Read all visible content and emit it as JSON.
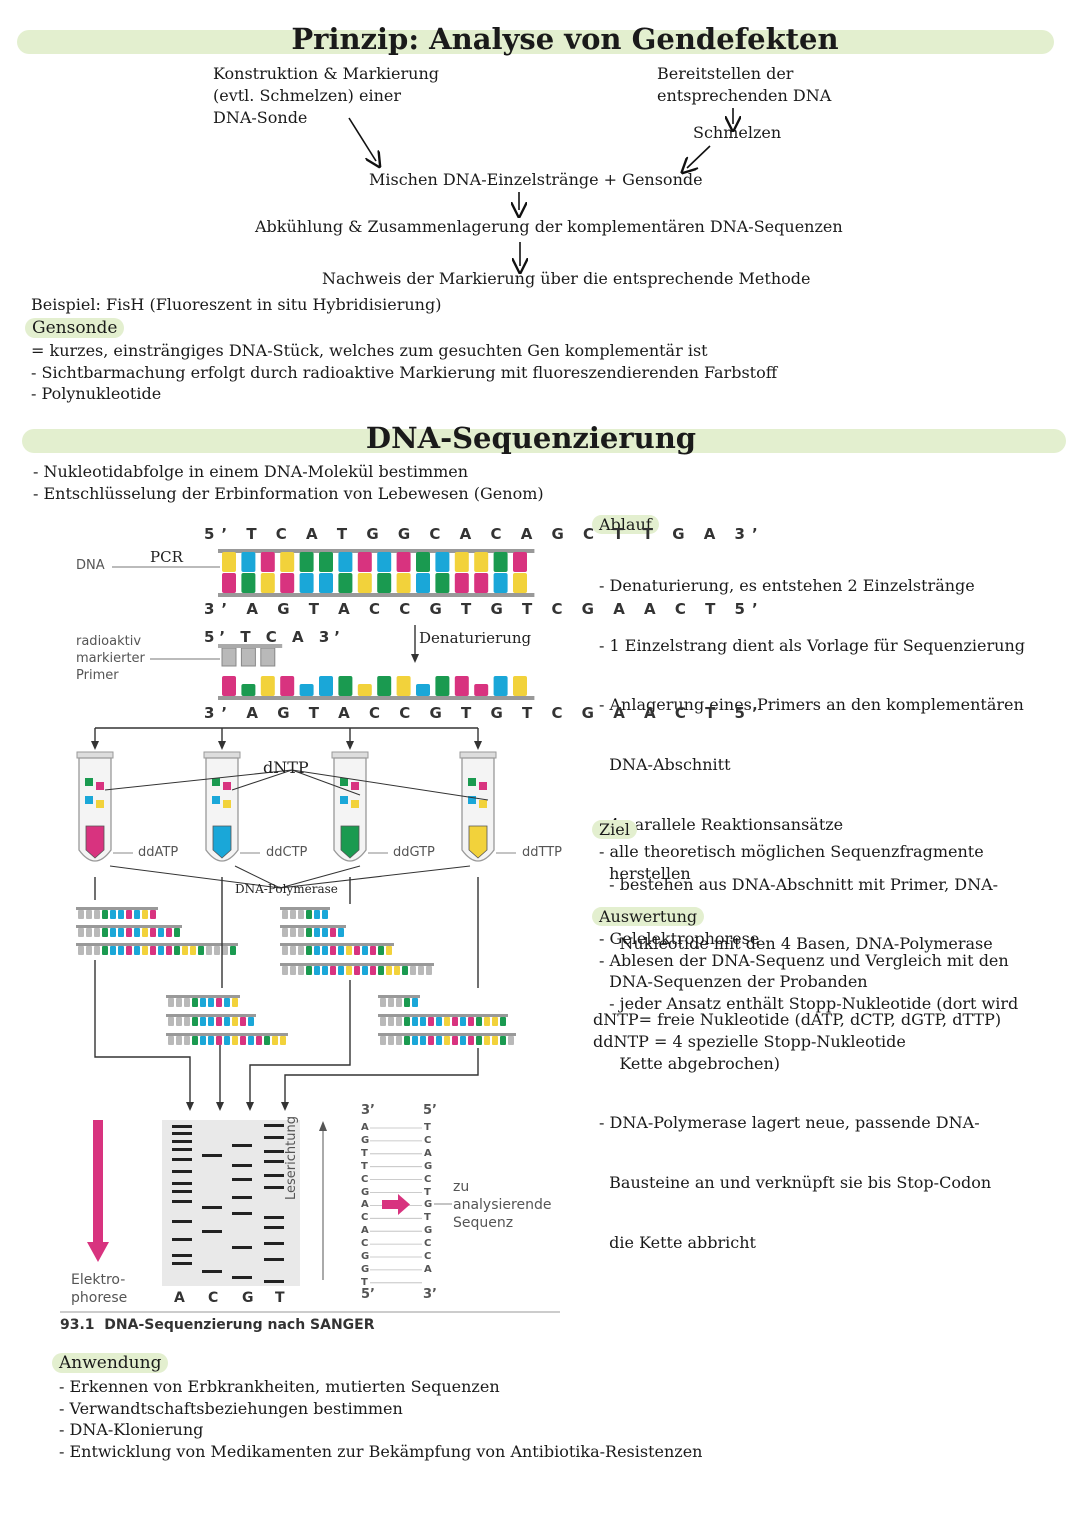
{
  "section1": {
    "title": "Prinzip: Analyse von Gendefekten",
    "flow": {
      "left_line1": "Konstruktion & Markierung",
      "left_line2": "(evtl. Schmelzen) einer",
      "left_line3": "DNA-Sonde",
      "right_line1": "Bereitstellen der",
      "right_line2": "entsprechenden DNA",
      "right_step": "Schmelzen",
      "step1": "Mischen DNA-Einzelstränge + Gensonde",
      "step2": "Abkühlung & Zusammenlagerung der komplementären DNA-Sequenzen",
      "step3": "Nachweis der Markierung über die entsprechende Methode"
    },
    "example": "Beispiel: FisH (Fluoreszent in situ Hybridisierung)",
    "gensonde_heading": "Gensonde",
    "gensonde_items": [
      "= kurzes, einsträngiges DNA-Stück, welches zum gesuchten Gen komplementär ist",
      "- Sichtbarmachung erfolgt durch radioaktive Markierung mit fluoreszendierenden Farbstoff",
      "- Polynukleotide"
    ]
  },
  "section2": {
    "title": "DNA-Sequenzierung",
    "intro": [
      "- Nukleotidabfolge in einem DNA-Molekül bestimmen",
      "- Entschlüsselung der Erbinformation von Lebewesen (Genom)"
    ],
    "ablauf_heading": "Ablauf",
    "ablauf_items": [
      "- Denaturierung, es entstehen 2 Einzelstränge",
      "- 1 Einzelstrang dient als Vorlage für Sequenzierung",
      "- Anlagerung eines Primers an den komplementären",
      "  DNA-Abschnitt",
      "  4 parallele Reaktionsansätze",
      "  - bestehen aus DNA-Abschnitt mit Primer, DNA-",
      "    Nukleotide mit den 4 Basen, DNA-Polymerase",
      "  - jeder Ansatz enthält Stopp-Nukleotide (dort wird",
      "    Kette abgebrochen)",
      "- DNA-Polymerase lagert neue, passende DNA-",
      "  Bausteine an und verknüpft sie bis Stop-Codon",
      "  die Kette abbricht"
    ],
    "ziel_heading": "Ziel",
    "ziel_items": [
      "- alle theoretisch möglichen Sequenzfragmente",
      "  herstellen"
    ],
    "auswertung_heading": "Auswertung",
    "auswertung_items": [
      "- Gelelektrophorese",
      "- Ablesen der DNA-Sequenz und Vergleich mit den",
      "  DNA-Sequenzen der Probanden"
    ],
    "defs": [
      "dNTP= freie Nukleotide (dATP, dCTP, dGTP, dTTP)",
      "ddNTP = 4 spezielle Stopp-Nukleotide"
    ],
    "anwendung_heading": "Anwendung",
    "anwendung_items": [
      "- Erkennen von Erbkrankheiten, mutierten Sequenzen",
      "- Verwandtschaftsbeziehungen bestimmen",
      "- DNA-Klonierung",
      "- Entwicklung von Medikamenten zur Bekämpfung von Antibiotika-Resistenzen"
    ]
  },
  "figure": {
    "top_strand": "5’ T C A T G G C A C A G C T T G A 3’",
    "bottom_strand": "3’ A G T A C C G T G T C G A A C T 5’",
    "bottom_strand2": "3’ A G T A C C G T G T C G A A C T 5’",
    "primer_seq": "5’ T C A 3’",
    "label_dna": "DNA",
    "label_pcr": "PCR",
    "label_primer_1": "radioaktiv",
    "label_primer_2": "markierter",
    "label_primer_3": "Primer",
    "label_denat": "Denaturierung",
    "label_dntp": "dNTP",
    "tube_labels": [
      "ddATP",
      "ddCTP",
      "ddGTP",
      "ddTTP"
    ],
    "label_polymerase": "DNA-Polymerase",
    "fragment_end": "3’",
    "gel_lanes": [
      "A",
      "C",
      "G",
      "T"
    ],
    "label_elektro_1": "Elektro-",
    "label_elektro_2": "phorese",
    "label_leserichtung": "Leserichtung",
    "read_3": "3’",
    "read_5": "5’",
    "read_left": "AGTTCGACACGGT",
    "read_end_left": "5’",
    "read_right": "TCAGCTGTGCCA",
    "read_end_right": "3’",
    "label_zu_1": "zu",
    "label_zu_2": "analysierende",
    "label_zu_3": "Sequenz",
    "caption_num": "93.1",
    "caption_text": "DNA-Sequenzierung nach SANGER",
    "colors": {
      "A": "#d8337f",
      "T": "#f2d23b",
      "G": "#1a9a50",
      "C": "#1aa7d8",
      "gray": "#b9b9b9",
      "accent": "#e3efcf"
    }
  }
}
